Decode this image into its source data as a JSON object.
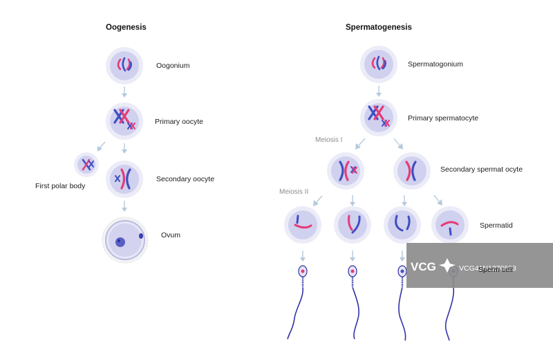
{
  "colors": {
    "cell_outer": "#ececf8",
    "cell_inner": "#d0d0ef",
    "chrom_blue": "#3f4ec2",
    "chrom_pink": "#e33c77",
    "arrow": "#b5c9dc",
    "sperm": "#3032a6",
    "watermark_bg": "#8a8a8a"
  },
  "oogenesis": {
    "title": "Oogenesis",
    "stages": {
      "oogonium": "Oogonium",
      "primary_oocyte": "Primary oocyte",
      "secondary_oocyte": "Secondary oocyte",
      "first_polar_body": "First polar body",
      "ovum": "Ovum"
    }
  },
  "spermatogenesis": {
    "title": "Spermatogenesis",
    "stages": {
      "spermatogonium": "Spermatogonium",
      "primary_spermatocyte": "Primary spermatocyte",
      "secondary_spermatocyte": "Secondary spermat ocyte",
      "spermatid": "Spermatid",
      "sperm_cell": "Sperm cell"
    },
    "meiosis_1": "Meiosis I",
    "meiosis_2": "Meiosis II"
  },
  "watermark": {
    "logo": "VCG",
    "text": "VCG41N1270623"
  }
}
